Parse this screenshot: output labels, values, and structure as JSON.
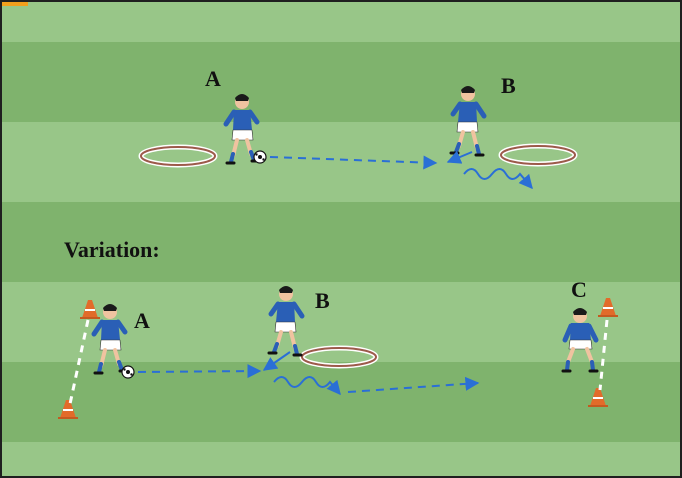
{
  "field": {
    "stripe_light": "#98c688",
    "stripe_dark": "#7fb36d",
    "border_color": "#1f1f1f",
    "corner_tab_color": "#f2a01d"
  },
  "colors": {
    "jersey": "#2a5fb6",
    "shorts": "#ffffff",
    "skin": "#f0c3a0",
    "hair": "#1a1a1a",
    "arrow": "#2a6fd6",
    "hoop_outer": "#ffffff",
    "hoop_inner": "#9c5a4a",
    "cone": "#e26b2a",
    "cone_stripe": "#ffffff"
  },
  "top_drill": {
    "player_a_label": "A",
    "player_b_label": "B"
  },
  "variation": {
    "title": "Variation:",
    "player_a_label": "A",
    "player_b_label": "B",
    "player_c_label": "C"
  }
}
